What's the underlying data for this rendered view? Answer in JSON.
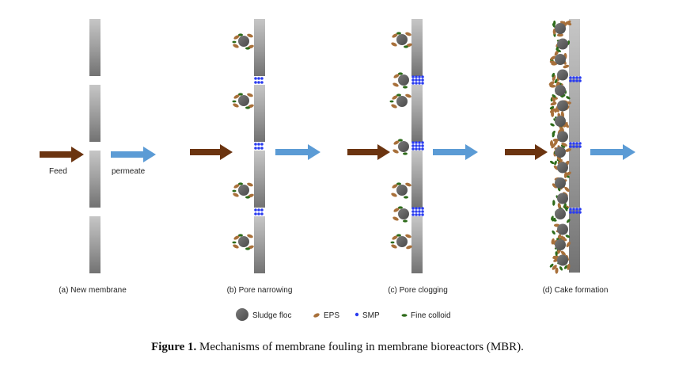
{
  "panels": [
    {
      "key": "a",
      "label": "(a) New membrane",
      "feed_label": "Feed",
      "permeate_label": "permeate"
    },
    {
      "key": "b",
      "label": "(b) Pore narrowing"
    },
    {
      "key": "c",
      "label": "(c) Pore clogging"
    },
    {
      "key": "d",
      "label": "(d) Cake formation"
    }
  ],
  "legend": [
    {
      "key": "sludge",
      "label": "Sludge floc",
      "icon": "sludge-floc-icon"
    },
    {
      "key": "eps",
      "label": "EPS",
      "icon": "eps-icon"
    },
    {
      "key": "smp",
      "label": "SMP",
      "icon": "smp-icon"
    },
    {
      "key": "colloid",
      "label": "Fine colloid",
      "icon": "fine-colloid-icon"
    }
  ],
  "caption": {
    "prefix": "Figure 1.",
    "text": " Mechanisms of membrane fouling in membrane bioreactors (MBR)."
  },
  "colors": {
    "feed_arrow": "#6b3410",
    "permeate_arrow": "#5b9bd5",
    "sludge": "#5f5f5f",
    "eps": "#a8703a",
    "smp": "#2a3cf0",
    "colloid": "#2e6b1a",
    "membrane_dark": "#7a7a7a",
    "membrane_light": "#c4c4c4"
  }
}
